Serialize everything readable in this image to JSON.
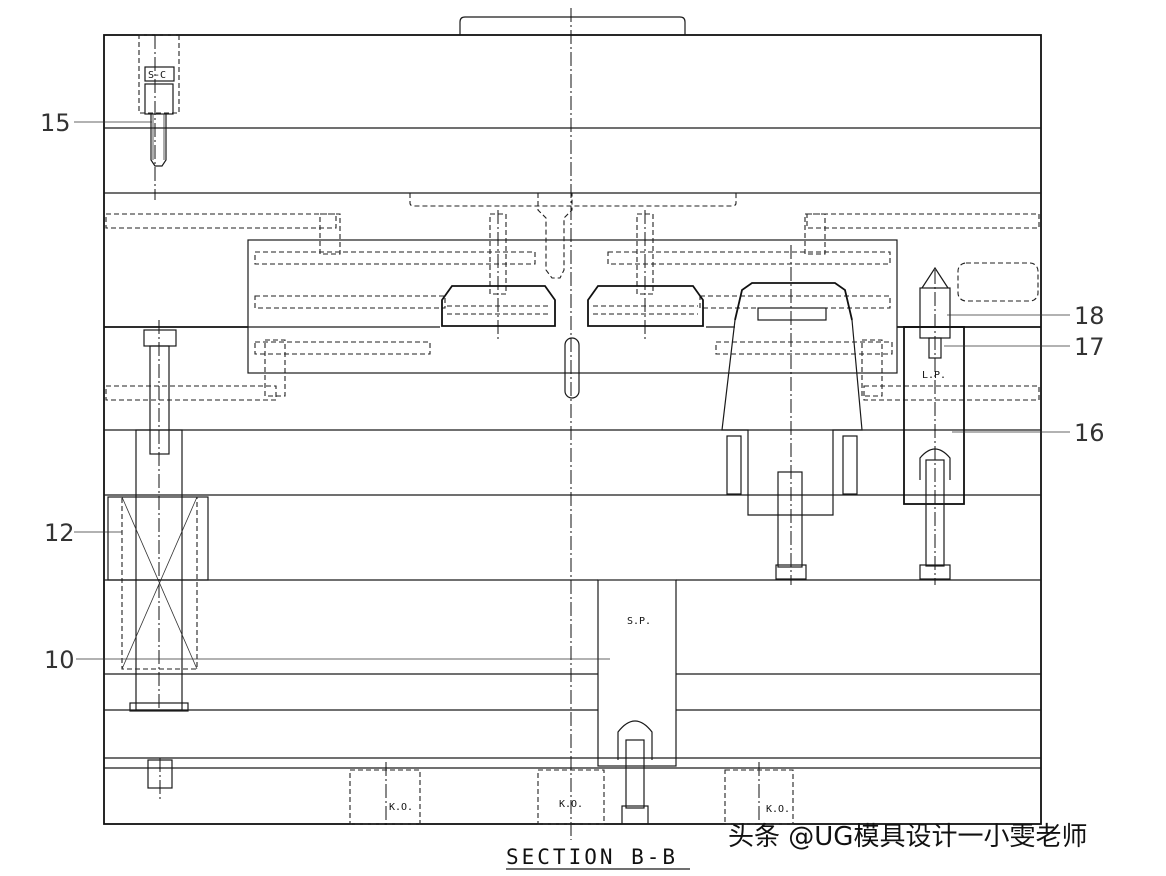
{
  "drawing": {
    "section_title": "SECTION B-B",
    "watermark": "头条 @UG模具设计一小雯老师",
    "callouts": {
      "part_15": "15",
      "part_18": "18",
      "part_17": "17",
      "part_16": "16",
      "part_12": "12",
      "part_10": "10"
    },
    "tags": {
      "sc": "S-C",
      "lp": "L.P.",
      "sp": "S.P.",
      "ko": "K.O."
    }
  }
}
